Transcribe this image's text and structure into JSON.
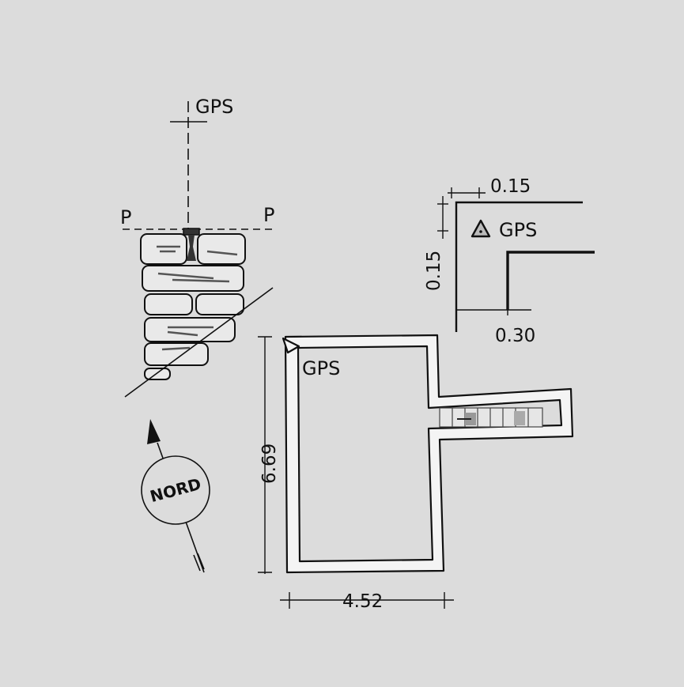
{
  "colors": {
    "background": "#dcdcdc",
    "ink": "#111111",
    "wall_fill": "#f4f4f4",
    "stone_fill": "#e9e9e9"
  },
  "labels": {
    "gps_top": "GPS",
    "section_left": "P",
    "section_right": "P",
    "gps_detail": "GPS",
    "gps_plan": "GPS",
    "north": "NORD"
  },
  "dimensions": {
    "detail_top": "0.15",
    "detail_side": "0.15",
    "detail_bottom": "0.30",
    "plan_height": "6.69",
    "plan_width": "4.52"
  },
  "icons": {
    "gps_marker": "triangle-marker-icon",
    "north_arrow": "north-arrow-icon"
  }
}
